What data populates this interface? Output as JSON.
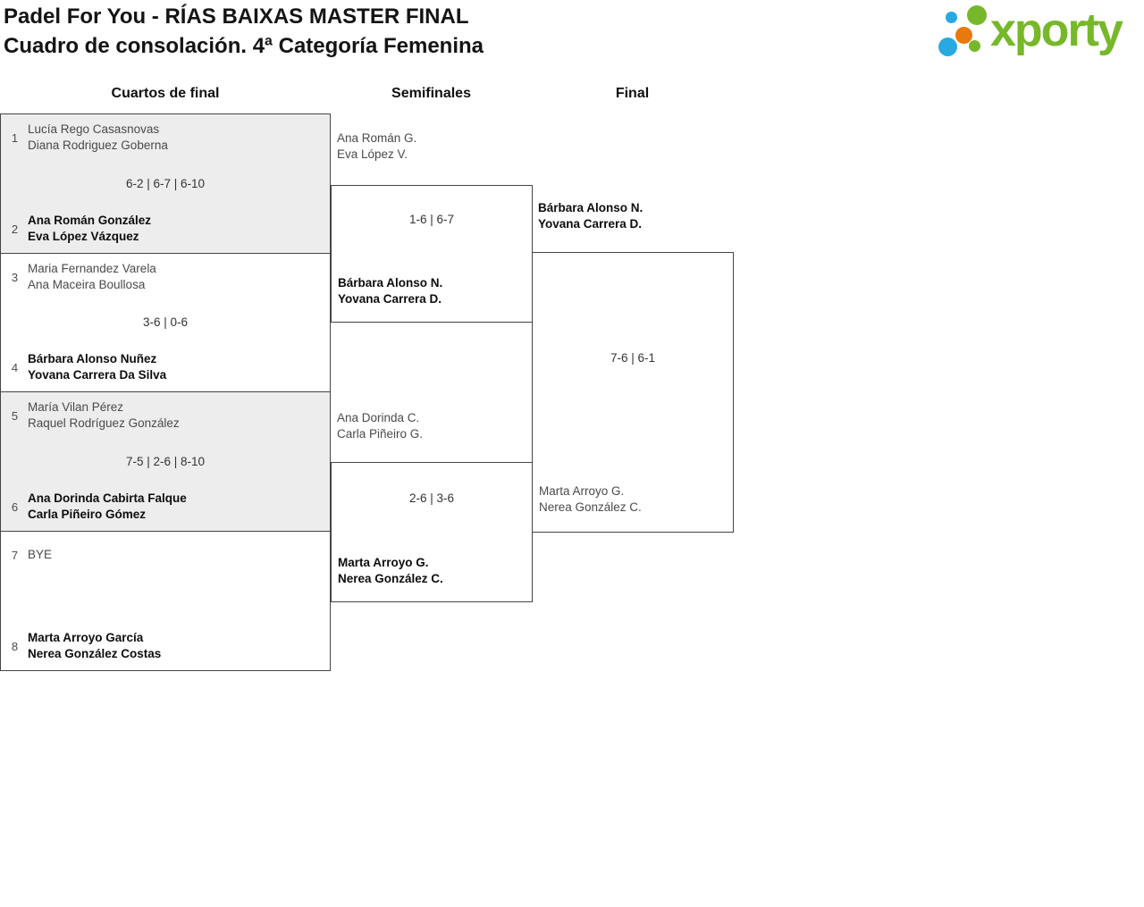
{
  "header": {
    "title_line1": "Padel For You - RÍAS BAIXAS MASTER FINAL",
    "title_line2": "Cuadro de consolación. 4ª Categoría Femenina",
    "logo_text": "xporty",
    "logo_colors": {
      "green": "#76b82a",
      "blue": "#29a9e1",
      "orange": "#e8790d"
    }
  },
  "round_headers": [
    "Cuartos de final",
    "Semifinales",
    "Final"
  ],
  "bracket": {
    "quarterfinals": [
      {
        "seed_top": "1",
        "team_top": [
          "Lucía Rego Casasnovas",
          "Diana Rodriguez Goberna"
        ],
        "score": "6-2 | 6-7 | 6-10",
        "seed_bottom": "2",
        "team_bottom": [
          "Ana Román González",
          "Eva López Vázquez"
        ],
        "winner": "bottom"
      },
      {
        "seed_top": "3",
        "team_top": [
          "Maria Fernandez Varela",
          "Ana Maceira Boullosa"
        ],
        "score": "3-6 | 0-6",
        "seed_bottom": "4",
        "team_bottom": [
          "Bárbara Alonso Nuñez",
          "Yovana Carrera Da Silva"
        ],
        "winner": "bottom"
      },
      {
        "seed_top": "5",
        "team_top": [
          "María Vilan Pérez",
          "Raquel Rodríguez González"
        ],
        "score": "7-5 | 2-6 | 8-10",
        "seed_bottom": "6",
        "team_bottom": [
          "Ana Dorinda Cabirta Falque",
          "Carla Piñeiro Gómez"
        ],
        "winner": "bottom"
      },
      {
        "seed_top": "7",
        "team_top": [
          "BYE",
          ""
        ],
        "score": "",
        "seed_bottom": "8",
        "team_bottom": [
          "Marta Arroyo García",
          "Nerea González Costas"
        ],
        "winner": "bottom"
      }
    ],
    "semifinals": [
      {
        "team_top": [
          "Ana Román G.",
          "Eva López V."
        ],
        "score": "1-6 | 6-7",
        "team_bottom": [
          "Bárbara Alonso N.",
          "Yovana Carrera D."
        ],
        "winner": "bottom"
      },
      {
        "team_top": [
          "Ana Dorinda C.",
          "Carla Piñeiro G."
        ],
        "score": "2-6 | 3-6",
        "team_bottom": [
          "Marta Arroyo G.",
          "Nerea González C."
        ],
        "winner": "bottom"
      }
    ],
    "final": {
      "team_top": [
        "Bárbara Alonso N.",
        "Yovana Carrera D."
      ],
      "score": "7-6 | 6-1",
      "team_bottom": [
        "Marta Arroyo G.",
        "Nerea González C."
      ],
      "winner": "top"
    }
  }
}
